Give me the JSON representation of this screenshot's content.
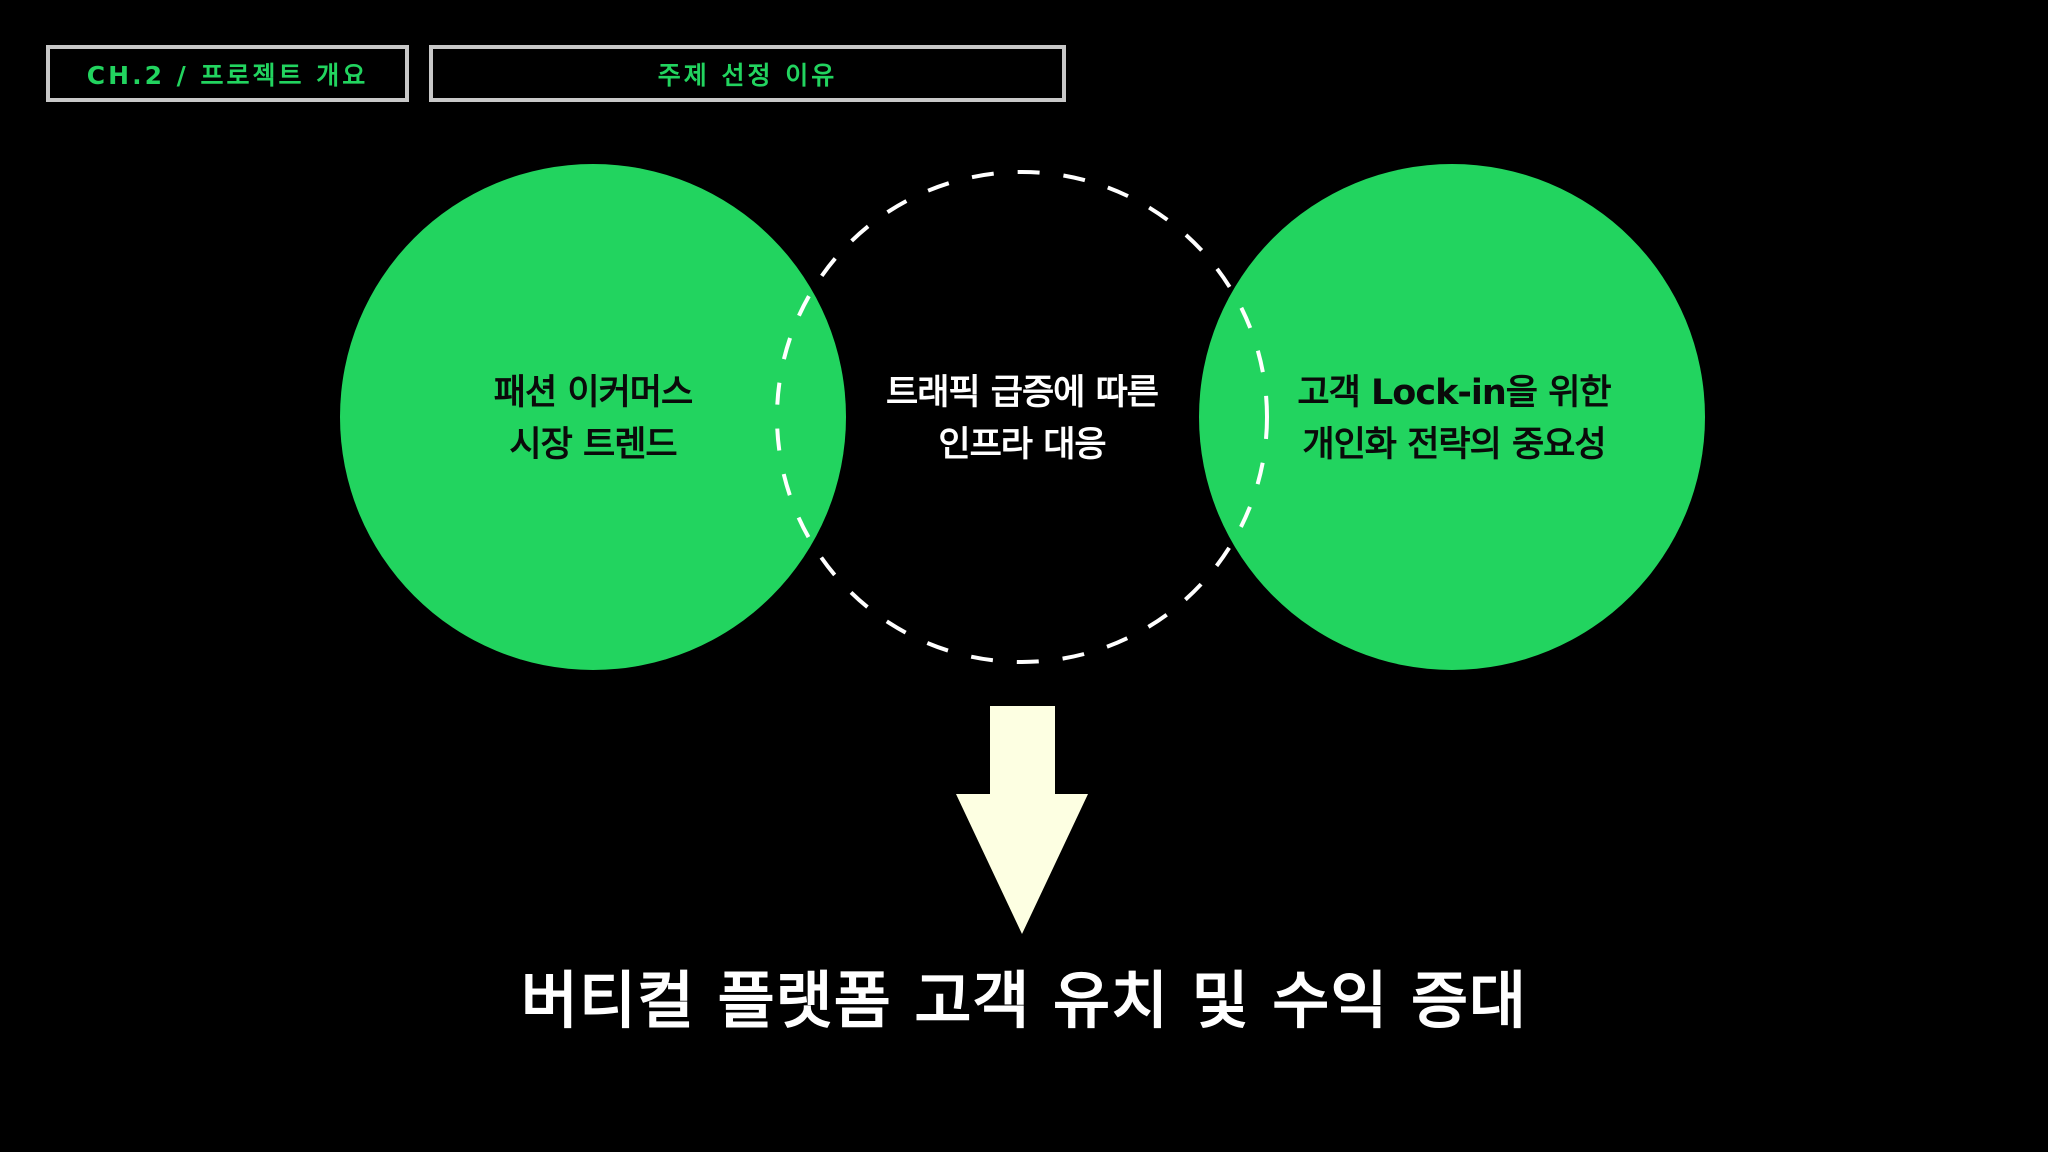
{
  "header": {
    "chapter": "CH.2 / 프로젝트 개요",
    "topic": "주제 선정 이유"
  },
  "venn": {
    "left": {
      "line1": "패션 이커머스",
      "line2": "시장 트렌드"
    },
    "center": {
      "line1": "트래픽 급증에 따른",
      "line2": "인프라 대응"
    },
    "right": {
      "line1": "고객 Lock-in을 위한",
      "line2": "개인화 전략의 중요성"
    }
  },
  "conclusion": "버티컬 플랫폼 고객 유치 및 수익 증대",
  "colors": {
    "background": "#000000",
    "accent_green": "#22d45f",
    "arrow": "#fdffe2",
    "tag_border": "#c8c8c8"
  }
}
